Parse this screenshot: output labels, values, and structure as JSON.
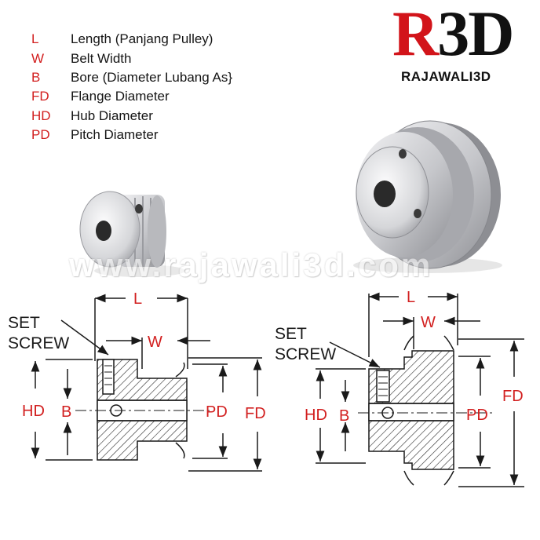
{
  "legend": [
    {
      "abbr": "L",
      "desc": "Length (Panjang Pulley)"
    },
    {
      "abbr": "W",
      "desc": "Belt Width"
    },
    {
      "abbr": "B",
      "desc": "Bore (Diameter Lubang As}"
    },
    {
      "abbr": "FD",
      "desc": "Flange Diameter"
    },
    {
      "abbr": "HD",
      "desc": "Hub Diameter"
    },
    {
      "abbr": "PD",
      "desc": "Pitch Diameter"
    }
  ],
  "brand": {
    "mark_r": "R",
    "mark_3d": "3D",
    "name": "RAJAWALI3D",
    "watermark": "www.rajawali3d.com"
  },
  "diagram_left": {
    "set_screw_line1": "SET",
    "set_screw_line2": "SCREW",
    "L": "L",
    "W": "W",
    "HD": "HD",
    "B": "B",
    "PD": "PD",
    "FD": "FD"
  },
  "diagram_right": {
    "set_screw_line1": "SET",
    "set_screw_line2": "SCREW",
    "L": "L",
    "W": "W",
    "HD": "HD",
    "B": "B",
    "PD": "PD",
    "FD": "FD"
  },
  "colors": {
    "label_red": "#d21f1f",
    "logo_red": "#d2141a",
    "line": "#1a1a1a",
    "metal_light": "#e6e6e8",
    "metal_dark": "#8f9095"
  }
}
